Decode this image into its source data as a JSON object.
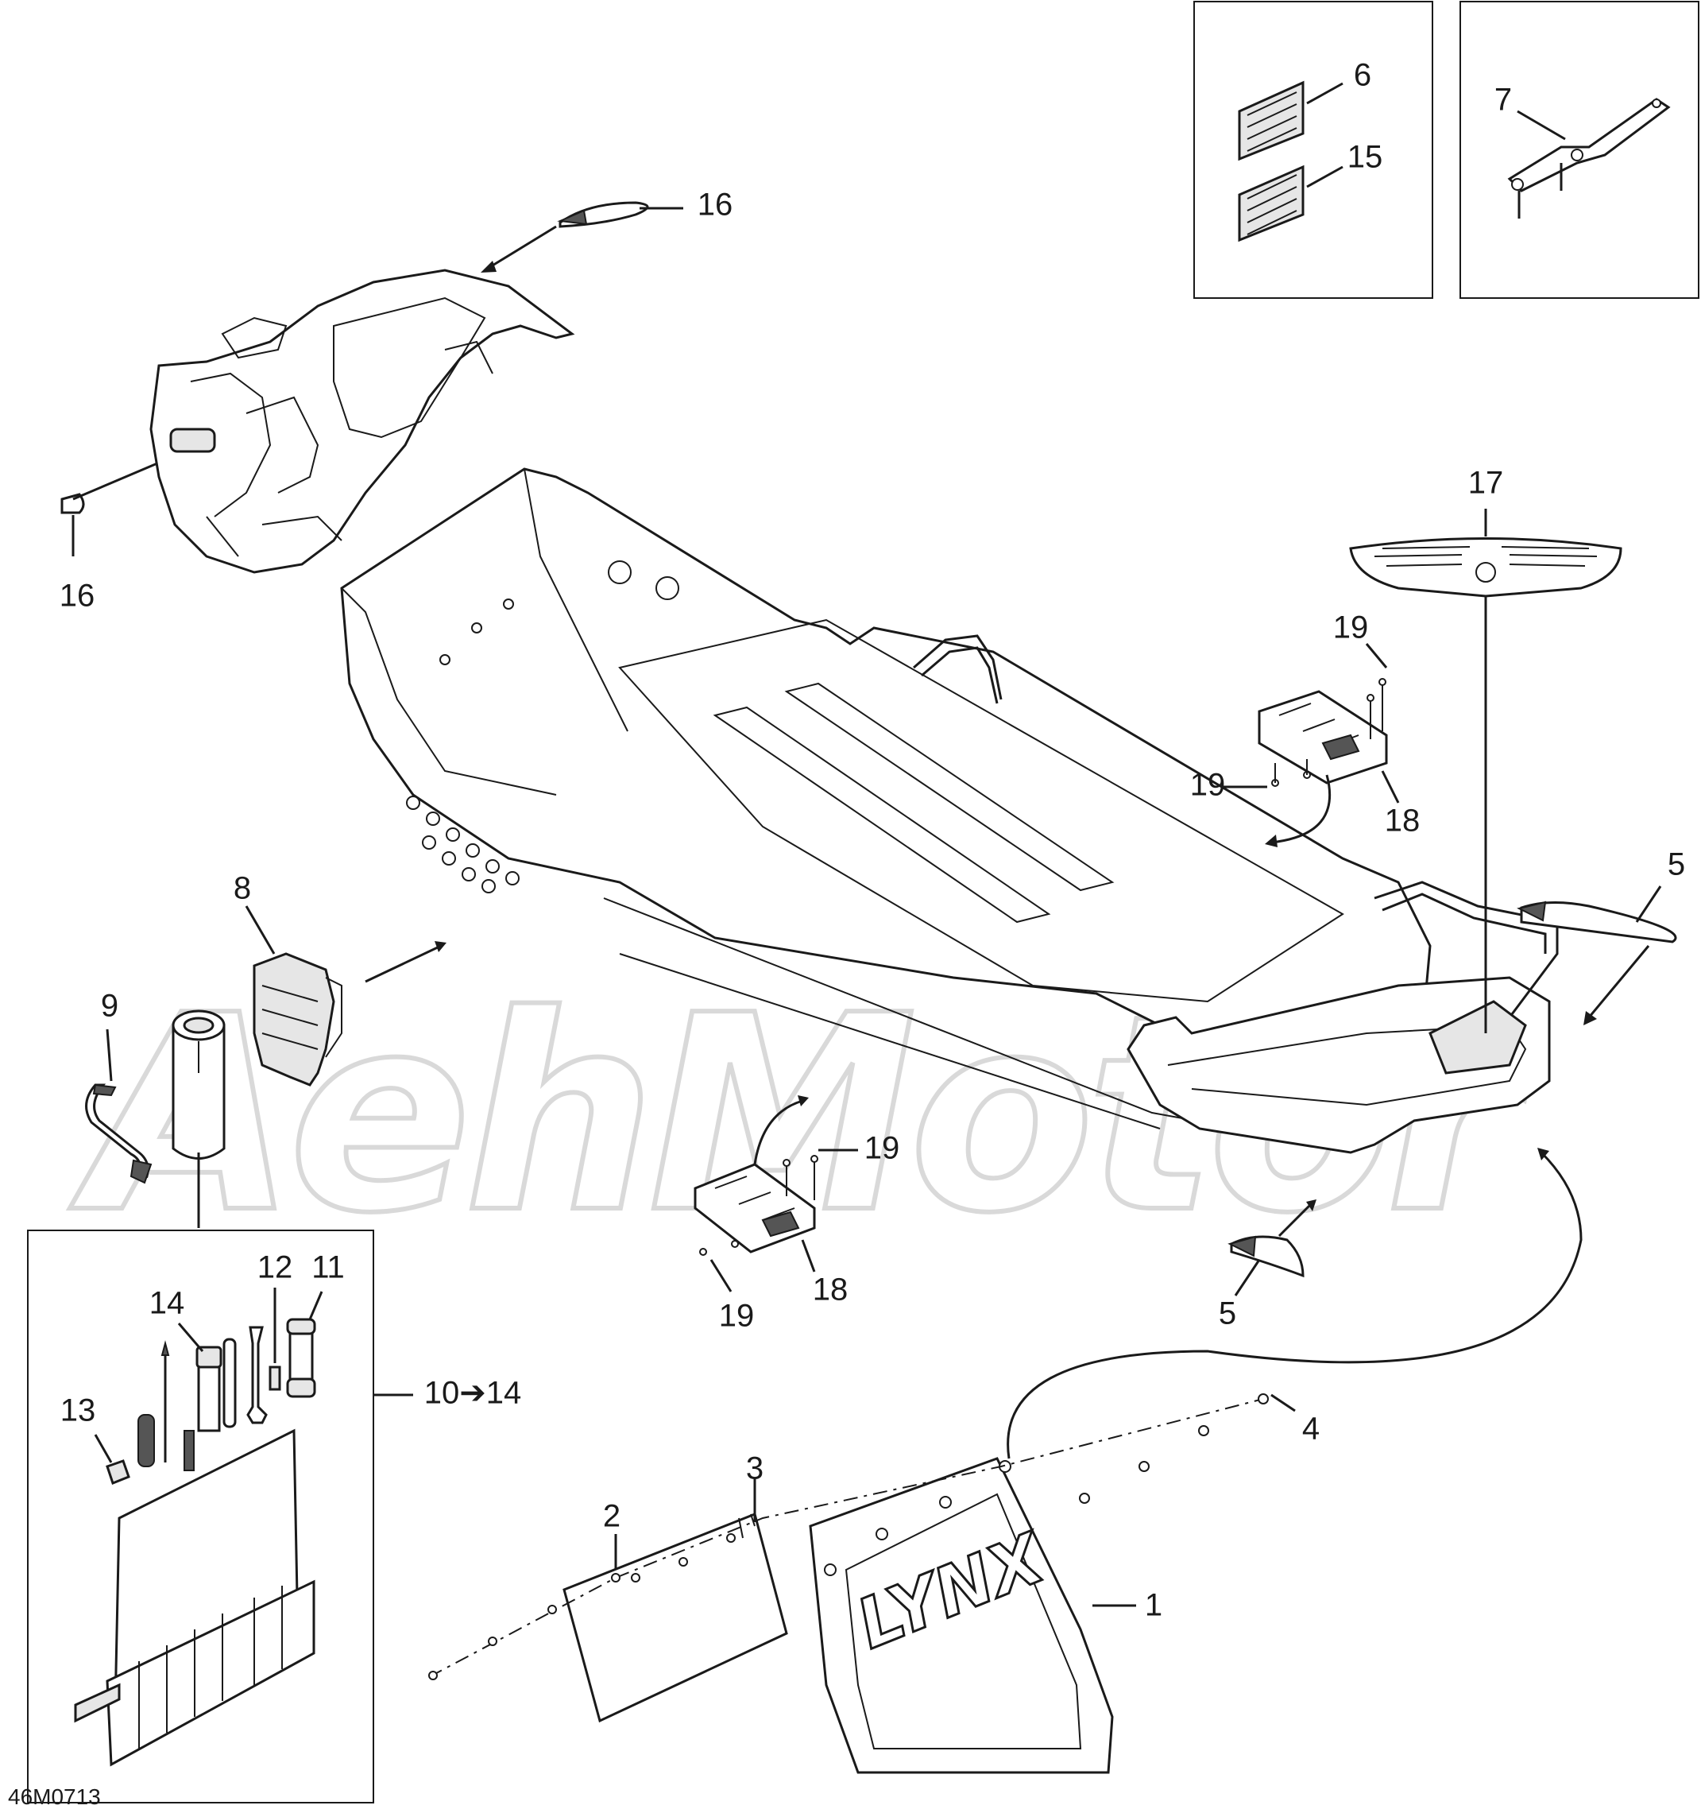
{
  "diagram": {
    "drawing_code": "46M0713",
    "watermark_text": "AehMotor",
    "mud_flap_logo": "LYNX",
    "callouts": {
      "c1": "1",
      "c2": "2",
      "c3": "3",
      "c4": "4",
      "c5a": "5",
      "c5b": "5",
      "c6": "6",
      "c7": "7",
      "c8": "8",
      "c9": "9",
      "c10_14": "10➔14",
      "c11": "11",
      "c12": "12",
      "c13": "13",
      "c14": "14",
      "c15": "15",
      "c16a": "16",
      "c16b": "16",
      "c17": "17",
      "c18a": "18",
      "c18b": "18",
      "c19a": "19",
      "c19b": "19",
      "c19c": "19",
      "c19d": "19"
    }
  }
}
